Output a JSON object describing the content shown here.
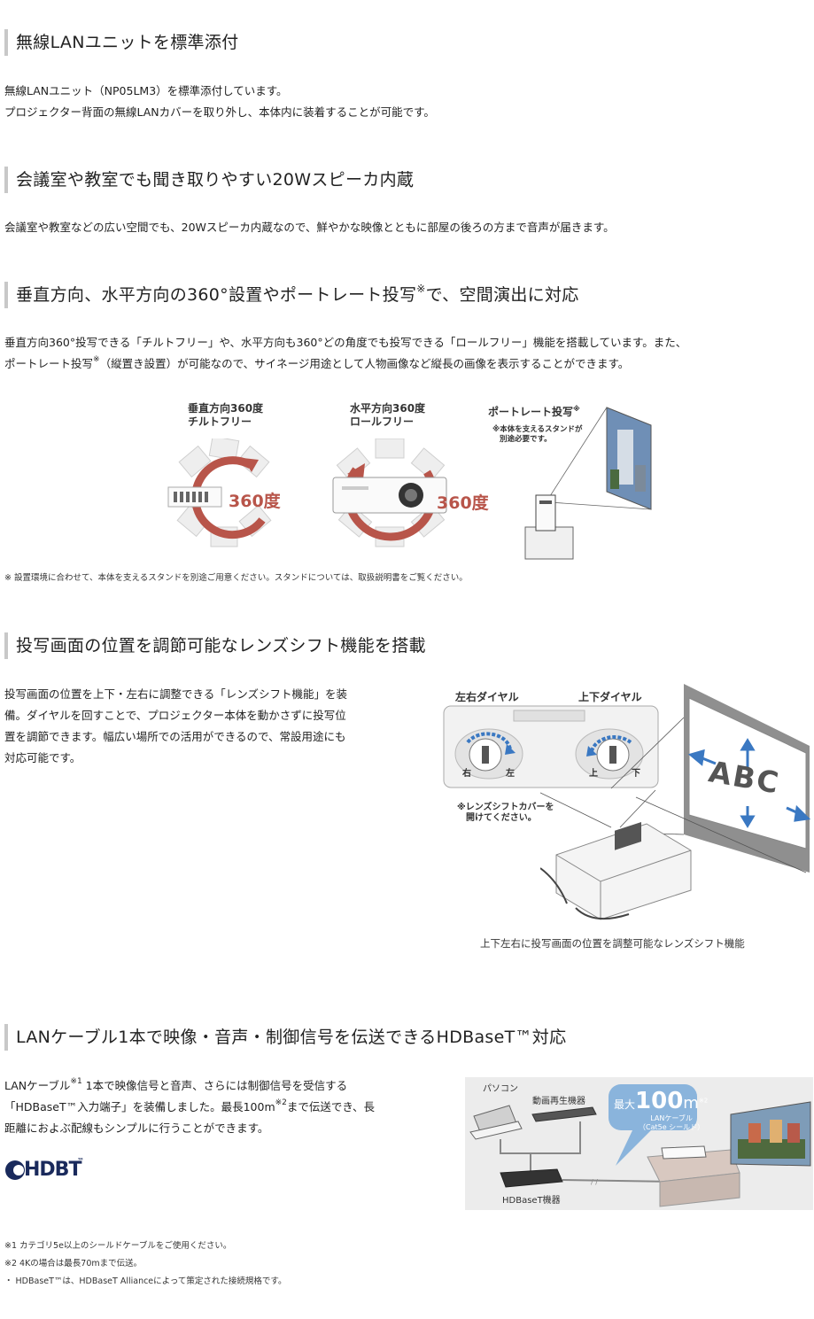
{
  "section1": {
    "title": "無線LANユニットを標準添付",
    "lines": [
      "無線LANユニット（NP05LM3）を標準添付しています。",
      "プロジェクター背面の無線LANカバーを取り外し、本体内に装着することが可能です。"
    ]
  },
  "section2": {
    "title": "会議室や教室でも聞き取りやすい20Wスピーカ内蔵",
    "lines": [
      "会議室や教室などの広い空間でも、20Wスピーカ内蔵なので、鮮やかな映像とともに部屋の後ろの方まで音声が届きます。"
    ]
  },
  "section3": {
    "title_pre": "垂直方向、水平方向の360°設置やポートレート投写",
    "title_mark": "※",
    "title_post": "で、空間演出に対応",
    "line1": "垂直方向360°投写できる「チルトフリー」や、水平方向も360°どの角度でも投写できる「ロールフリー」機能を搭載しています。また、",
    "line2_pre": "ポートレート投写",
    "line2_mark": "※",
    "line2_post": "（縦置き設置）が可能なので、サイネージ用途として人物画像など縦長の画像を表示することができます。",
    "figure": {
      "tilt_label_1": "垂直方向360度",
      "tilt_label_2": "チルトフリー",
      "roll_label_1": "水平方向360度",
      "roll_label_2": "ロールフリー",
      "portrait_label": "ポートレート投写",
      "portrait_mark": "※",
      "portrait_note_1": "※本体を支えるスタンドが",
      "portrait_note_2": "別途必要です。",
      "deg_label": "360度"
    },
    "note": "※ 設置環境に合わせて、本体を支えるスタンドを別途ご用意ください。スタンドについては、取扱説明書をご覧ください。"
  },
  "section4": {
    "title": "投写画面の位置を調節可能なレンズシフト機能を搭載",
    "lines": [
      "投写画面の位置を上下・左右に調整できる「レンズシフト機能」を装",
      "備。ダイヤルを回すことで、プロジェクター本体を動かさずに投写位",
      "置を調節できます。幅広い場所での活用ができるので、常設用途にも",
      "対応可能です。"
    ],
    "figure": {
      "dial_lr": "左右ダイヤル",
      "dial_ud": "上下ダイヤル",
      "right": "右",
      "left": "左",
      "up": "上",
      "down": "下",
      "cover_note_1": "※レンズシフトカバーを",
      "cover_note_2": "開けてください。",
      "screen_text": "ABC",
      "caption": "上下左右に投写画面の位置を調整可能なレンズシフト機能"
    }
  },
  "section5": {
    "title": "LANケーブル1本で映像・音声・制御信号を伝送できるHDBaseT™対応",
    "line1_pre": "LANケーブル",
    "line1_mark": "※1",
    "line1_post": " 1本で映像信号と音声、さらには制御信号を受信する",
    "line2_pre": "「HDBaseT™入力端子」を装備しました。最長100m",
    "line2_mark": "※2",
    "line2_post": "まで伝送でき、長",
    "line3": "距離におよぶ配線もシンプルに行うことができます。",
    "logo_text": "HDBT",
    "logo_tm": "™",
    "figure": {
      "pc": "パソコン",
      "player": "動画再生機器",
      "max": "最大",
      "distance": "100",
      "unit": "m",
      "distance_mark": "※2",
      "cable_1": "LANケーブル",
      "cable_2": "（Cat5e シールド）",
      "hdbaset_device": "HDBaseT機器"
    },
    "notes": [
      "※1  カテゴリ5e以上のシールドケーブルをご使用ください。",
      "※2  4Kの場合は最長70mまで伝送。",
      "・   HDBaseT™は、HDBaseT Allianceによって策定された接続規格です。"
    ]
  },
  "colors": {
    "accent_red": "#b8554a",
    "heading_bar": "#c8c8c8",
    "arrow_blue": "#3a78c2"
  }
}
